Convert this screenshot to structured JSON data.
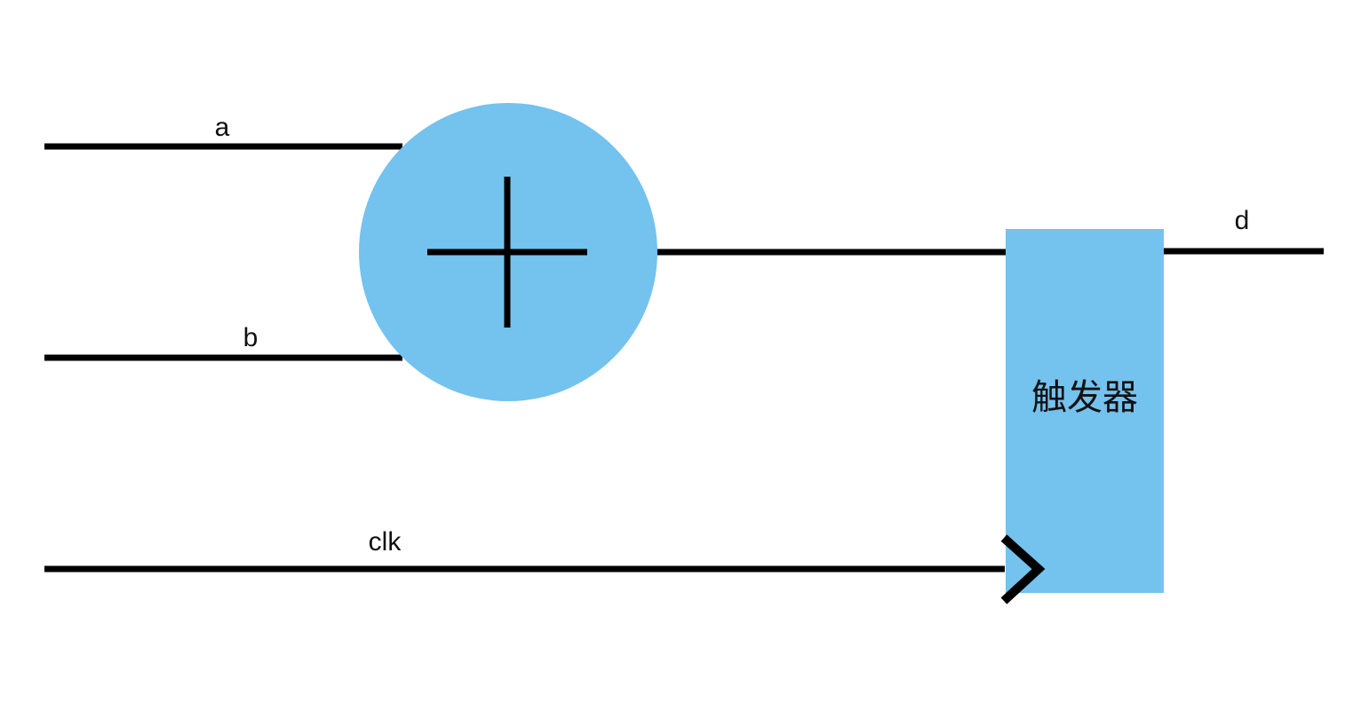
{
  "diagram": {
    "kind": "digital-circuit-block-diagram",
    "labels": {
      "input_a": "a",
      "input_b": "b",
      "clock": "clk",
      "output_d": "d"
    },
    "nodes": {
      "adder": {
        "shape": "circle",
        "symbol": "+",
        "meaning": "adder"
      },
      "flipflop": {
        "shape": "rect",
        "label": "触发器",
        "clock_input": "edge-triggered-chevron"
      }
    },
    "colors": {
      "shape_fill": "#74C2EE",
      "wire": "#000000",
      "text": "#111111",
      "background": "#ffffff"
    }
  }
}
